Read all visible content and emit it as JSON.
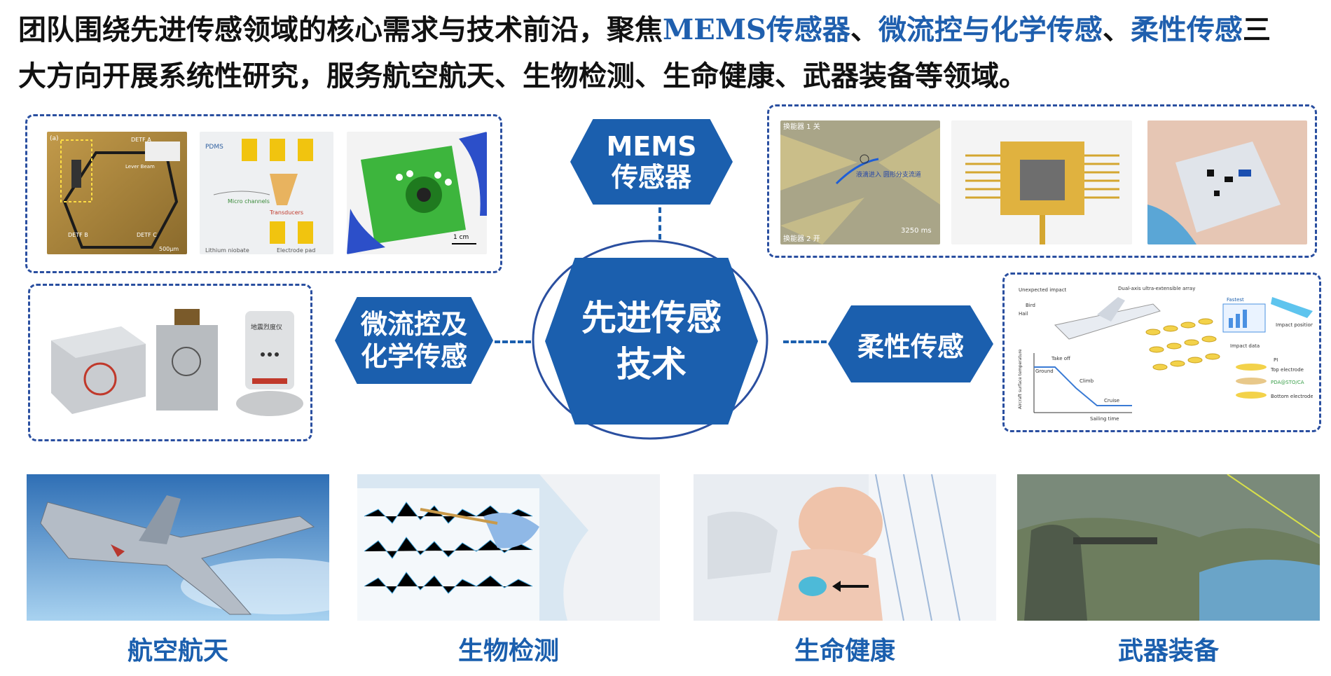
{
  "intro": {
    "line1_pre": "团队围绕先进传感领域的核心需求与技术前沿，聚焦",
    "hl_mems": "MEMS传感器",
    "sep1": "、",
    "hl_micro": "微流控与化学传感",
    "sep2": "、",
    "hl_flex": "柔性传感",
    "line1_post": "三",
    "line2": "大方向开展系统性研究，服务航空航天、生物检测、生命健康、武器装备等领域。"
  },
  "center": {
    "line1": "先进传感",
    "line2": "技术"
  },
  "branches": {
    "mems": {
      "line1": "MEMS",
      "line2": "传感器"
    },
    "micro": {
      "line1": "微流控及",
      "line2": "化学传感"
    },
    "flex": {
      "label": "柔性传感"
    }
  },
  "top_left_panel": {
    "img1": {
      "tag": "(a)",
      "labels": [
        "DETF A",
        "Lever Beam",
        "DETF B",
        "DETF C",
        "500μm"
      ]
    },
    "img2": {
      "labels": [
        "PDMS",
        "Micro channels",
        "Transducers",
        "Lithium niobate",
        "Electrode pad"
      ]
    },
    "img3": {
      "scale": "1 cm"
    }
  },
  "top_right_panel": {
    "img1": {
      "label_top": "换能器 1 关",
      "label_mid": "液滴进入\n圆形分支流道",
      "label_bottom": "换能器 2 开",
      "time": "3250 ms"
    }
  },
  "mid_left_panel": {
    "device_label": "地震烈度仪"
  },
  "mid_right_panel": {
    "labels": [
      "Unexpected impact",
      "Bird",
      "Hail",
      "Dual-axis ultra-extensible array",
      "Fastest",
      "Impact data",
      "Impact positioning",
      "Take off",
      "Ground",
      "Climb",
      "Cruise",
      "Sailing time",
      "Aircraft surface temperature",
      "PI",
      "Top electrode",
      "PDA@STO/CA",
      "Bottom electrode"
    ]
  },
  "applications": [
    {
      "label": "航空航天"
    },
    {
      "label": "生物检测"
    },
    {
      "label": "生命健康"
    },
    {
      "label": "武器装备"
    }
  ],
  "colors": {
    "brand_blue": "#1b5fae",
    "dash_blue": "#2a4fa0",
    "highlight_text": "#1f5fae"
  }
}
